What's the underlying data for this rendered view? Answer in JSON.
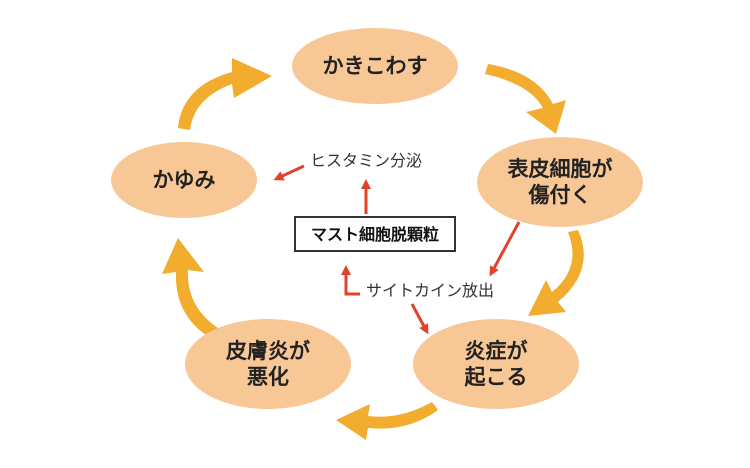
{
  "colors": {
    "node_fill": "#f8c796",
    "cycle_arrow": "#f2ac2e",
    "red_arrow": "#e0432a",
    "box_border": "#333333",
    "text": "#222222"
  },
  "cycle_nodes": [
    {
      "id": "scratch",
      "lines": [
        "かきこわす"
      ]
    },
    {
      "id": "epidermis-damage",
      "lines": [
        "表皮細胞が",
        "傷付く"
      ]
    },
    {
      "id": "inflammation",
      "lines": [
        "炎症が",
        "起こる"
      ]
    },
    {
      "id": "dermatitis-worsens",
      "lines": [
        "皮膚炎が",
        "悪化"
      ]
    },
    {
      "id": "itch",
      "lines": [
        "かゆみ"
      ]
    }
  ],
  "center": {
    "mast_cell": "マスト細胞脱顆粒",
    "histamine": "ヒスタミン分泌",
    "cytokine": "サイトカイン放出"
  }
}
